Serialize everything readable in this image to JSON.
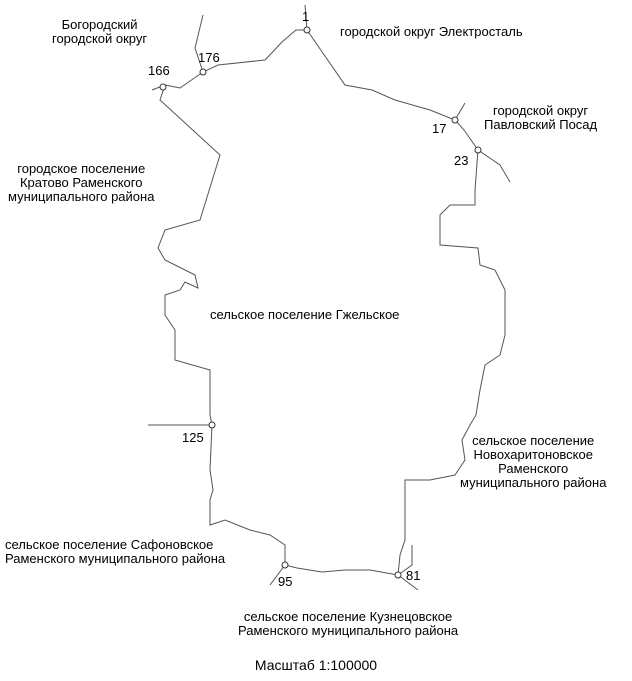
{
  "labels": {
    "bogorodsky": "Богородский\nгородской округ",
    "elektrostal": "городской округ Электросталь",
    "pavlovsky": "городской округ\nПавловский Посад",
    "kratovo": "городское поселение\nКратово Раменского\nмуниципального района",
    "gzhel": "сельское поселение Гжельское",
    "novokharitonovo": "сельское поселение\nНовохаритоновское\nРаменского\nмуниципального района",
    "safonovo": "сельское поселение Сафоновское\nРаменского муниципального района",
    "kuznetsovo": "сельское поселение Кузнецовское\nРаменского муниципального района"
  },
  "points": {
    "p1": "1",
    "p176": "176",
    "p166": "166",
    "p17": "17",
    "p23": "23",
    "p125": "125",
    "p95": "95",
    "p81": "81"
  },
  "scale": "Масштаб 1:100000",
  "colors": {
    "line": "#555555",
    "marker": "#333333"
  }
}
